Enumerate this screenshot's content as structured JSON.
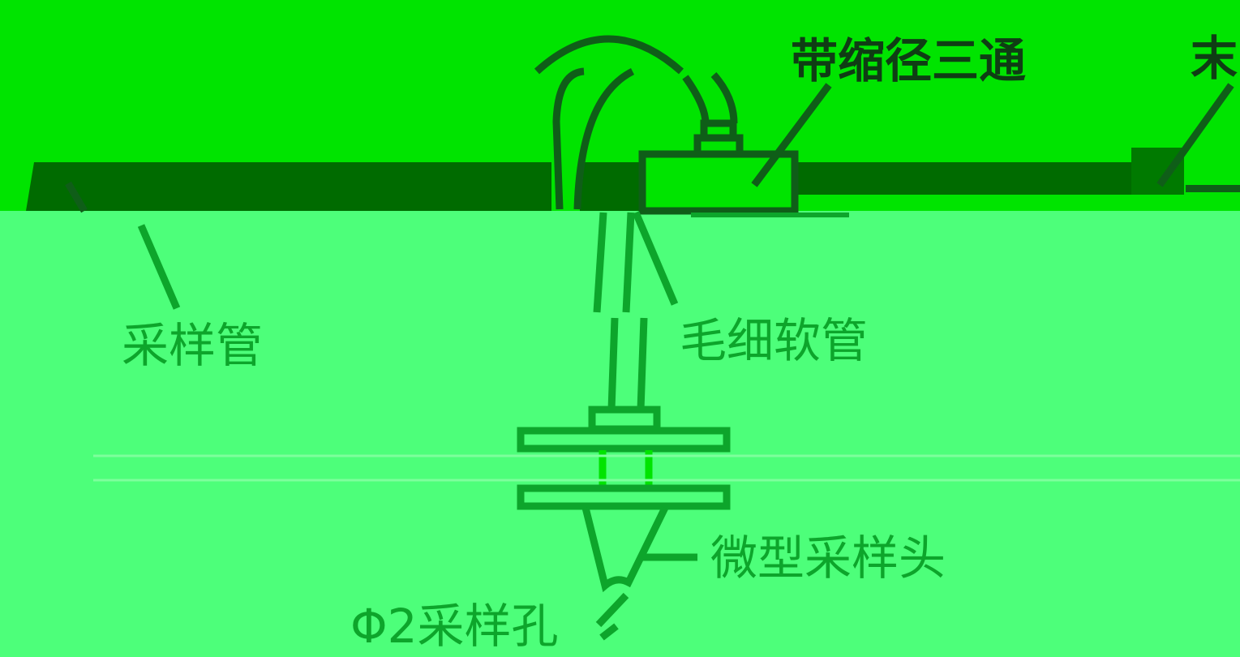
{
  "colors": {
    "top_background": "#00e400",
    "bottom_background": "#4dff7a",
    "pipe": "#006b00",
    "dark_line": "#0f5e18",
    "green_line": "#0da52b",
    "dark_text": "#0f3d14",
    "green_text": "#0da52b"
  },
  "labels": {
    "tee": "带缩径三通",
    "end_cap": "末",
    "sampling_pipe": "采样管",
    "capillary_hose": "毛细软管",
    "micro_sampling_head": "微型采样头",
    "sampling_hole": "Φ2采样孔"
  }
}
